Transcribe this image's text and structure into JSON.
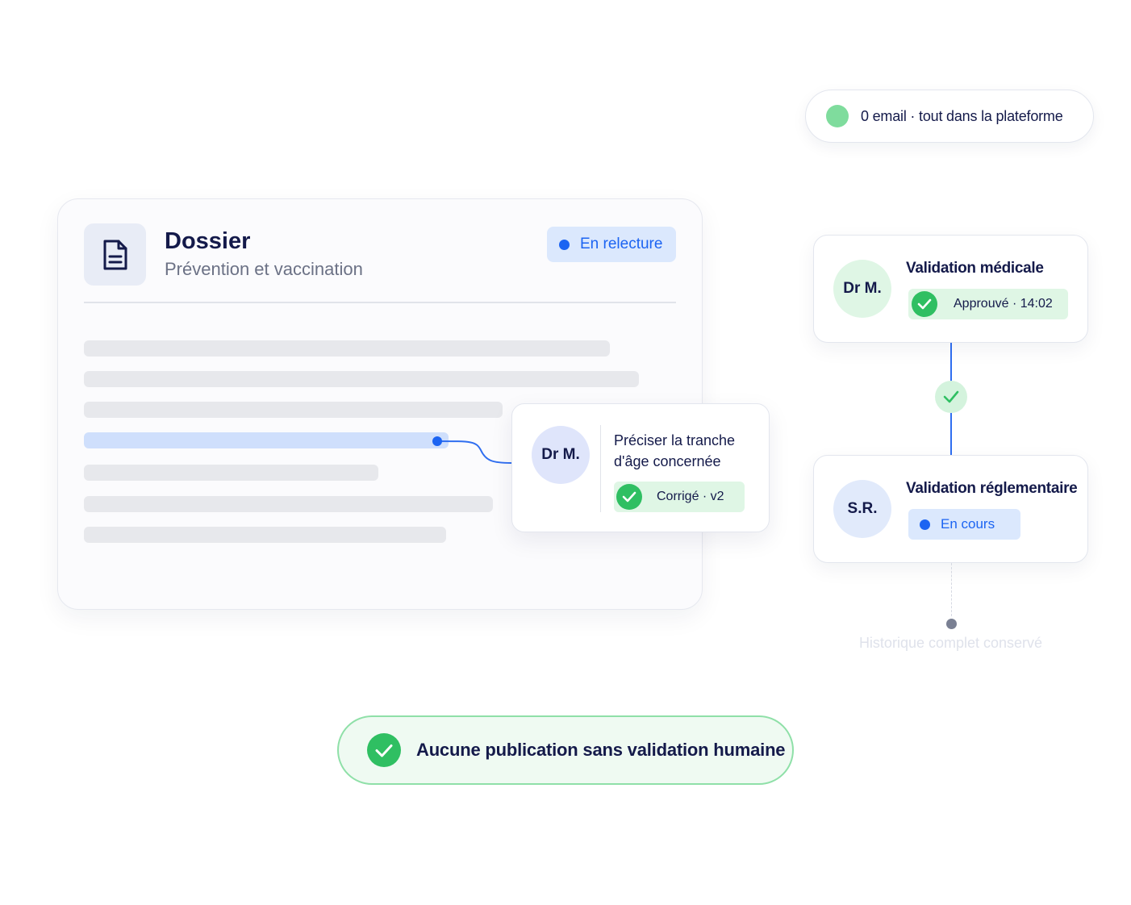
{
  "top_pill": {
    "text": "0 email · tout dans la plateforme",
    "dot_color": "#7fdc9d"
  },
  "dossier": {
    "icon": "document-icon",
    "title": "Dossier",
    "subtitle": "Prévention et vaccination",
    "status": {
      "label": "En relecture",
      "color": "#1c64f2"
    }
  },
  "comment": {
    "author": "Dr M.",
    "text": "Préciser la tranche d'âge concernée",
    "status": "Corrigé · v2"
  },
  "validations": [
    {
      "initials": "Dr M.",
      "title": "Validation médicale",
      "status": "Approuvé · 14:02",
      "state": "approved"
    },
    {
      "initials": "S.R.",
      "title": "Validation réglementaire",
      "status": "En cours",
      "state": "in-progress"
    }
  ],
  "history": {
    "label": "Historique complet conservé"
  },
  "footer": {
    "text": "Aucune publication sans validation humaine"
  },
  "colors": {
    "accent": "#1c64f2",
    "success": "#2fbf62",
    "success_bg": "#dff6e5",
    "text": "#141a4a"
  }
}
